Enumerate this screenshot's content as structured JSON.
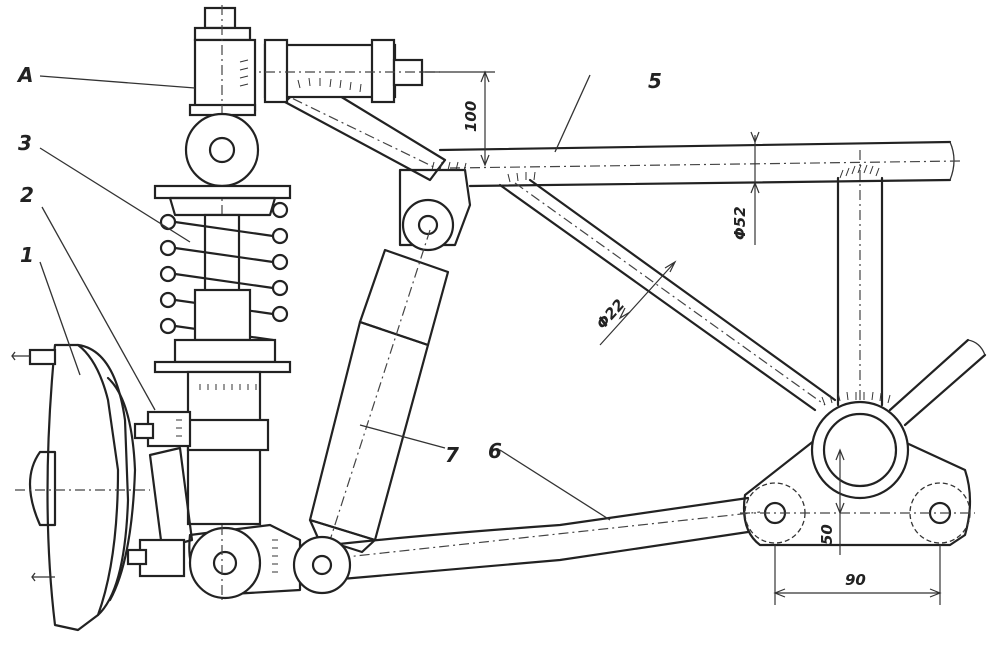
{
  "labels": {
    "A": "А",
    "n1": "1",
    "n2": "2",
    "n3": "3",
    "n5": "5",
    "n6": "6",
    "n7": "7"
  },
  "dimensions": {
    "d100": "100",
    "d52": "Φ52",
    "d22": "Φ22",
    "d50": "50",
    "d90": "90"
  },
  "colors": {
    "ink": "#222222",
    "paper": "#ffffff"
  }
}
